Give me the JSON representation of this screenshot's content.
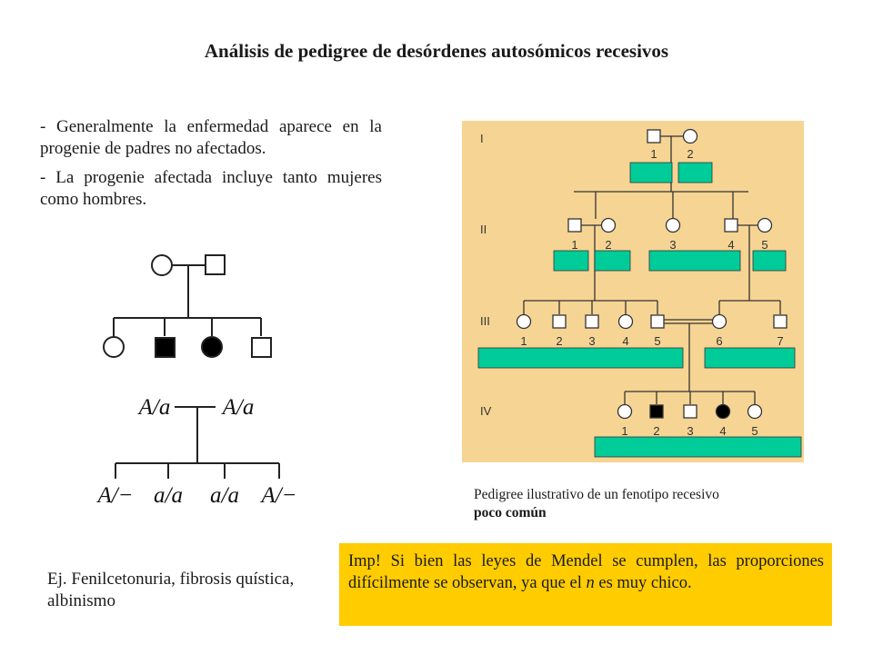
{
  "title": "Análisis de pedigree de desórdenes autosómicos recesivos",
  "bullets": [
    "- Generalmente la enfermedad aparece en la progenie de padres no afectados.",
    "- La progenie afectada incluye tanto mujeres como hombres."
  ],
  "simple_pedigree": {
    "genotype_parent_1": "A/a",
    "genotype_parent_2": "A/a",
    "offspring_genotypes": [
      "A/−",
      "a/a",
      "a/a",
      "A/−"
    ]
  },
  "pedigree": {
    "generations": [
      "I",
      "II",
      "III",
      "IV"
    ],
    "gen1_numbers": [
      "1",
      "2"
    ],
    "gen2_numbers": [
      "1",
      "2",
      "3",
      "4",
      "5"
    ],
    "gen3_numbers": [
      "1",
      "2",
      "3",
      "4",
      "5",
      "6",
      "7"
    ],
    "gen4_numbers": [
      "1",
      "2",
      "3",
      "4",
      "5"
    ],
    "background_color": "#f6d493",
    "label_color": "#00cc99"
  },
  "caption": {
    "line1": "Pedigree ilustrativo de un fenotipo recesivo",
    "line2": "poco común"
  },
  "example": "Ej. Fenilcetonuria, fibrosis quística, albinismo",
  "note": {
    "text_before": "Imp! Si bien las leyes de Mendel se cumplen, las proporciones difícilmente se observan, ya que el ",
    "n": "n",
    "text_after": " es muy chico."
  }
}
